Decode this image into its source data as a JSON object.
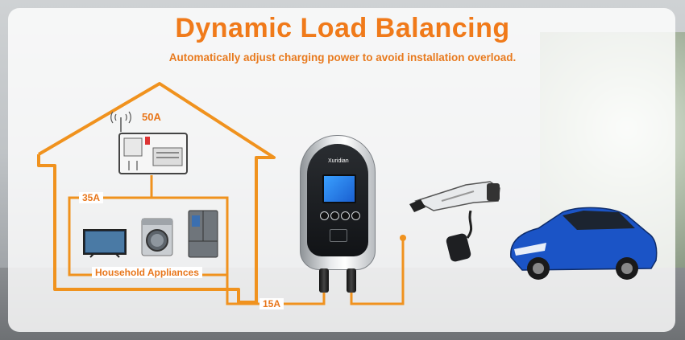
{
  "header": {
    "title": "Dynamic Load Balancing",
    "subtitle": "Automatically adjust charging power to avoid installation overload."
  },
  "labels": {
    "total_current": "50A",
    "appliance_current": "35A",
    "charger_current": "15A",
    "appliances_caption": "Household Appliances"
  },
  "charger": {
    "brand": "Xuridian"
  },
  "colors": {
    "accent": "#f07a1a",
    "line": "#f0921e",
    "car": "#1b54c6",
    "charger_face": "#1a1c1f",
    "screen": "#2f8af0"
  },
  "icons": [
    "wifi-icon",
    "electric-meter-icon",
    "tv-icon",
    "washing-machine-icon",
    "refrigerator-icon",
    "ev-charger-icon",
    "charging-plug-icon",
    "electric-car-icon"
  ]
}
